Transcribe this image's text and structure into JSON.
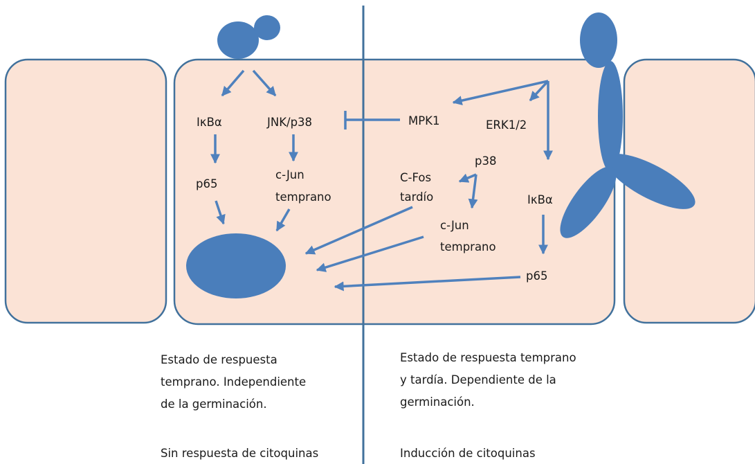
{
  "colors": {
    "cell_fill": "#fbe3d6",
    "cell_border": "#41719c",
    "shape_blue": "#4a7ebb",
    "arrow_blue": "#4f81bd"
  },
  "left_panel": {
    "labels": {
      "ikba": "IκBα",
      "jnk": "JNK/p38",
      "p65": "p65",
      "cjun_1": "c-Jun",
      "cjun_2": "temprano"
    },
    "caption": [
      "Estado de respuesta",
      "temprano. Independiente",
      "de la germinación."
    ],
    "footer": "Sin respuesta de citoquinas"
  },
  "right_panel": {
    "labels": {
      "mpk1": "MPK1",
      "erk": "ERK1/2",
      "p38": "p38",
      "cfos_1": "C-Fos",
      "cfos_2": "tardío",
      "cjun_1": "c-Jun",
      "cjun_2": "temprano",
      "ikba": "IκBα",
      "p65": "p65"
    },
    "caption": [
      "Estado de respuesta temprano",
      "y tardía. Dependiente de la",
      "germinación."
    ],
    "footer": "Inducción de citoquinas"
  }
}
